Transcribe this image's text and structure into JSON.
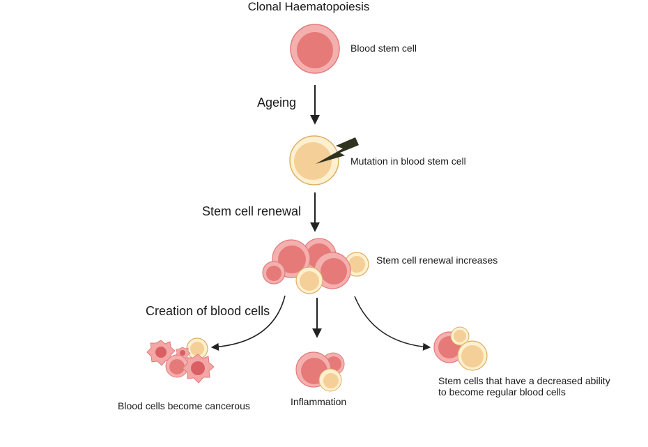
{
  "title": "Clonal Haematopoiesis",
  "steps": {
    "ageing": "Ageing",
    "renewal": "Stem cell renewal",
    "creation": "Creation of blood cells"
  },
  "cells": {
    "stem": "Blood stem cell",
    "mutation": "Mutation in blood stem cell",
    "renewal_increase": "Stem cell renewal increases"
  },
  "outcomes": {
    "cancer": "Blood cells become cancerous",
    "inflammation": "Inflammation",
    "decreased_line1": "Stem cells that have a decreased ability",
    "decreased_line2": "to become regular blood cells"
  },
  "colors": {
    "red_cell": "#e87b7b",
    "red_rim": "#f2aaa8",
    "yellow_cell": "#f5d3a0",
    "yellow_rim": "#fdf0cf",
    "bolt": "#2f3420",
    "arrow": "#222222"
  }
}
